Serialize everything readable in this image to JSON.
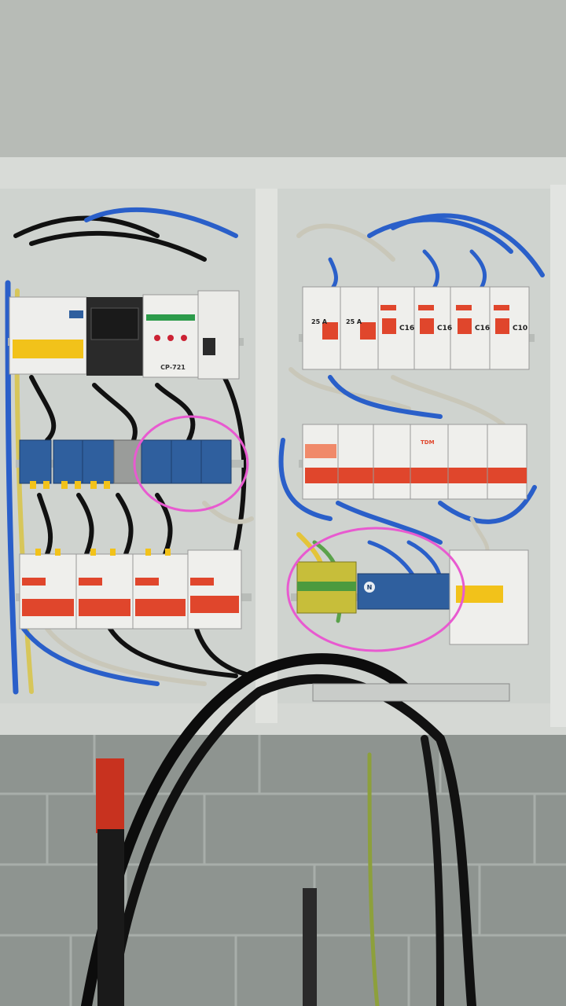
{
  "labels": {
    "breaker_left_a": "25 A",
    "breaker_left_b": "25 A",
    "breaker_c16_a": "C16",
    "breaker_c16_b": "C16",
    "breaker_c16_c": "C16",
    "breaker_c10": "C10",
    "relay_model": "СР-721",
    "brand": "TDM",
    "neutral_mark": "N"
  },
  "colors": {
    "wall": "#b9bdb8",
    "cabinet": "#d9dcd8",
    "brick": "#8f9591",
    "breaker_red": "#e0462c",
    "breaker_yellow": "#f2c21a",
    "terminal_blue": "#2f5f9e",
    "highlight_circle": "#e85ad0",
    "wire_black": "#111111",
    "wire_blue": "#2a5fc9",
    "cable_red": "#c8321f"
  }
}
